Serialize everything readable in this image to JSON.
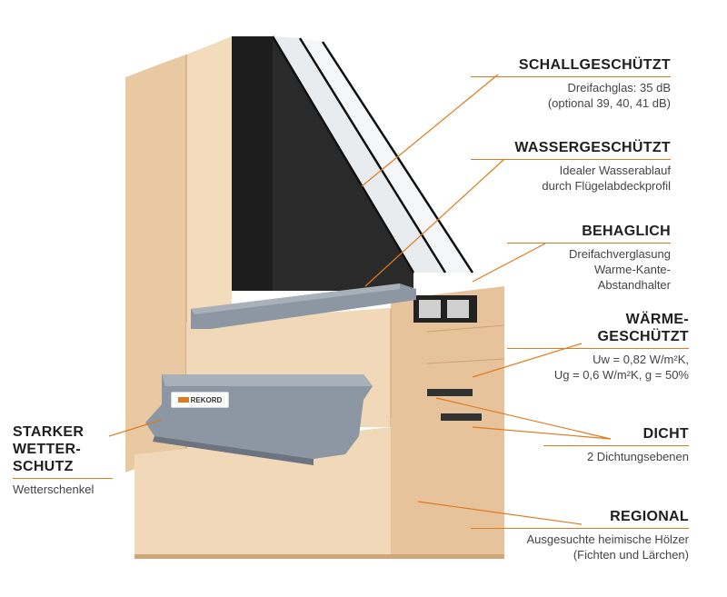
{
  "colors": {
    "accent": "#e07a1f",
    "wood_light": "#f1d8b8",
    "wood_mid": "#e6c39a",
    "wood_dark": "#d1a676",
    "aluminium": "#8d97a3",
    "aluminium_dark": "#6b7480",
    "glass_dark": "#1d1d1d"
  },
  "brand": {
    "logo_text": "REKORD"
  },
  "callouts": [
    {
      "id": "schall",
      "title": "SCHALLGESCHÜTZT",
      "lines": [
        "Dreifachglas: 35 dB",
        "(optional 39, 40, 41 dB)"
      ]
    },
    {
      "id": "wasser",
      "title": "WASSERGESCHÜTZT",
      "lines": [
        "Idealer Wasserablauf",
        "durch Flügelabdeckprofil"
      ]
    },
    {
      "id": "behaglich",
      "title": "BEHAGLICH",
      "lines": [
        "Dreifachverglasung",
        "Warme-Kante-",
        "Abstandhalter"
      ]
    },
    {
      "id": "waerme",
      "title_lines": [
        "WÄRME-",
        "GESCHÜTZT"
      ],
      "lines": [
        "Uw = 0,82 W/m²K,",
        "Ug = 0,6 W/m²K, g = 50%"
      ]
    },
    {
      "id": "dicht",
      "title": "DICHT",
      "lines": [
        "2 Dichtungsebenen"
      ]
    },
    {
      "id": "regional",
      "title": "REGIONAL",
      "lines": [
        "Ausgesuchte heimische Hölzer",
        "(Fichten und Lärchen)"
      ]
    },
    {
      "id": "wetter",
      "title_lines": [
        "STARKER",
        "WETTER-",
        "SCHUTZ"
      ],
      "lines": [
        "Wetterschenkel"
      ]
    }
  ]
}
